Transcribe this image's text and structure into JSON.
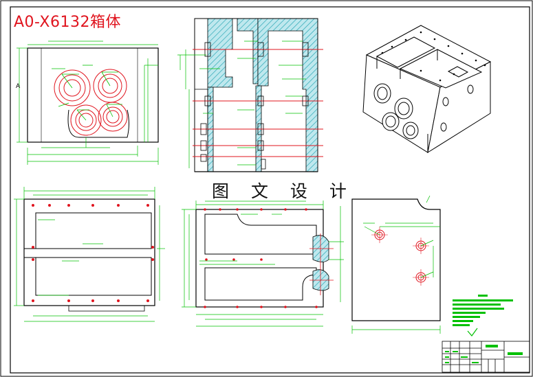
{
  "drawing": {
    "title": "A0-X6132箱体",
    "watermark": "图 文 设 计"
  },
  "colors": {
    "title": "#e0141e",
    "frame": "#000000",
    "outline": "#000000",
    "dimension": "#00c000",
    "centerline": "#e0141e",
    "section_hatch": "#2aa7b5",
    "tech_notes": "#00c000",
    "paper": "#ffffff"
  },
  "views": [
    {
      "name": "top-view",
      "label": "top view with four bearing bores"
    },
    {
      "name": "section-view",
      "label": "vertical section with hatching"
    },
    {
      "name": "isometric-view",
      "label": "3D gearbox housing"
    },
    {
      "name": "front-view",
      "label": "front view with two cavities"
    },
    {
      "name": "side-section-view",
      "label": "side section"
    },
    {
      "name": "side-view",
      "label": "side view with three holes"
    }
  ]
}
